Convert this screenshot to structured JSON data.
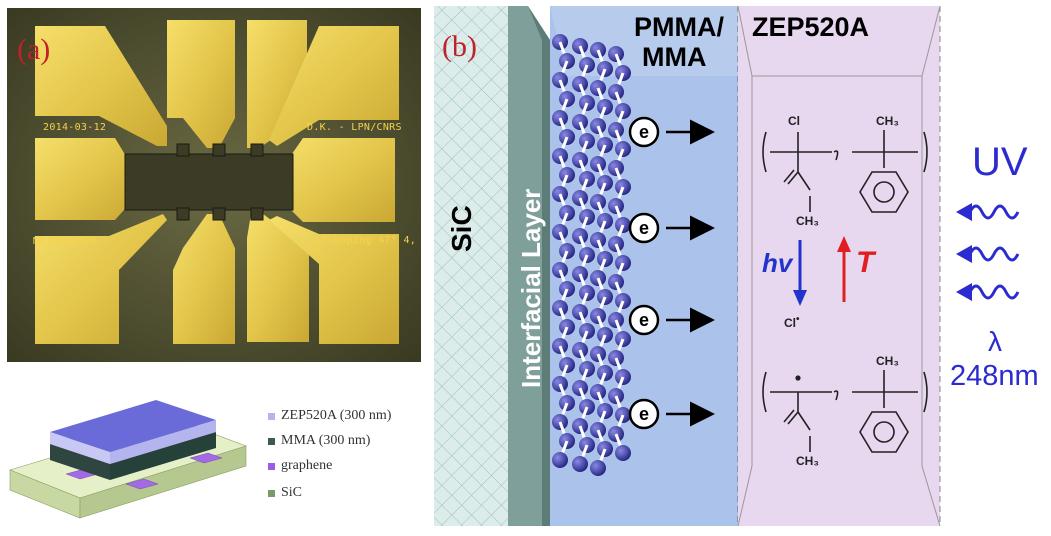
{
  "panel_a": {
    "label": "(a)",
    "text_date": "2014-03-12",
    "text_lab": "D.K. - LPN/CNRS",
    "text_metrograph": "METROGRAPH",
    "text_location": "Linkoping 47° 4, 1"
  },
  "legend": {
    "items": [
      {
        "label": "ZEP520A (300 nm)",
        "color": "#b4b4ee"
      },
      {
        "label": "MMA (300 nm)",
        "color": "#3c5a52"
      },
      {
        "label": "graphene",
        "color": "#9b5de5"
      },
      {
        "label": "SiC",
        "color": "#7a9a6a"
      }
    ]
  },
  "panel_b": {
    "label": "(b)",
    "sic": "SiC",
    "interfacial": "Interfacial Layer",
    "pmma_line1": "PMMA/",
    "pmma_line2": "MMA",
    "zep": "ZEP520A",
    "electron": "e",
    "hv": "hv",
    "T": "T",
    "uv": "UV",
    "lambda": "λ",
    "wavelength": "248nm",
    "cl": "Cl",
    "cl_radical": "Cl",
    "ch3": "CH₃",
    "colors": {
      "sic": "#d6e8e6",
      "pmma": "#a9c2ea",
      "zep": "#e6d6ee",
      "electron": "#2c2cb0",
      "uv": "#2b2bd0",
      "heat": "#e02020",
      "panel_label": "#c0202a",
      "gold": "#e8c84a"
    }
  }
}
